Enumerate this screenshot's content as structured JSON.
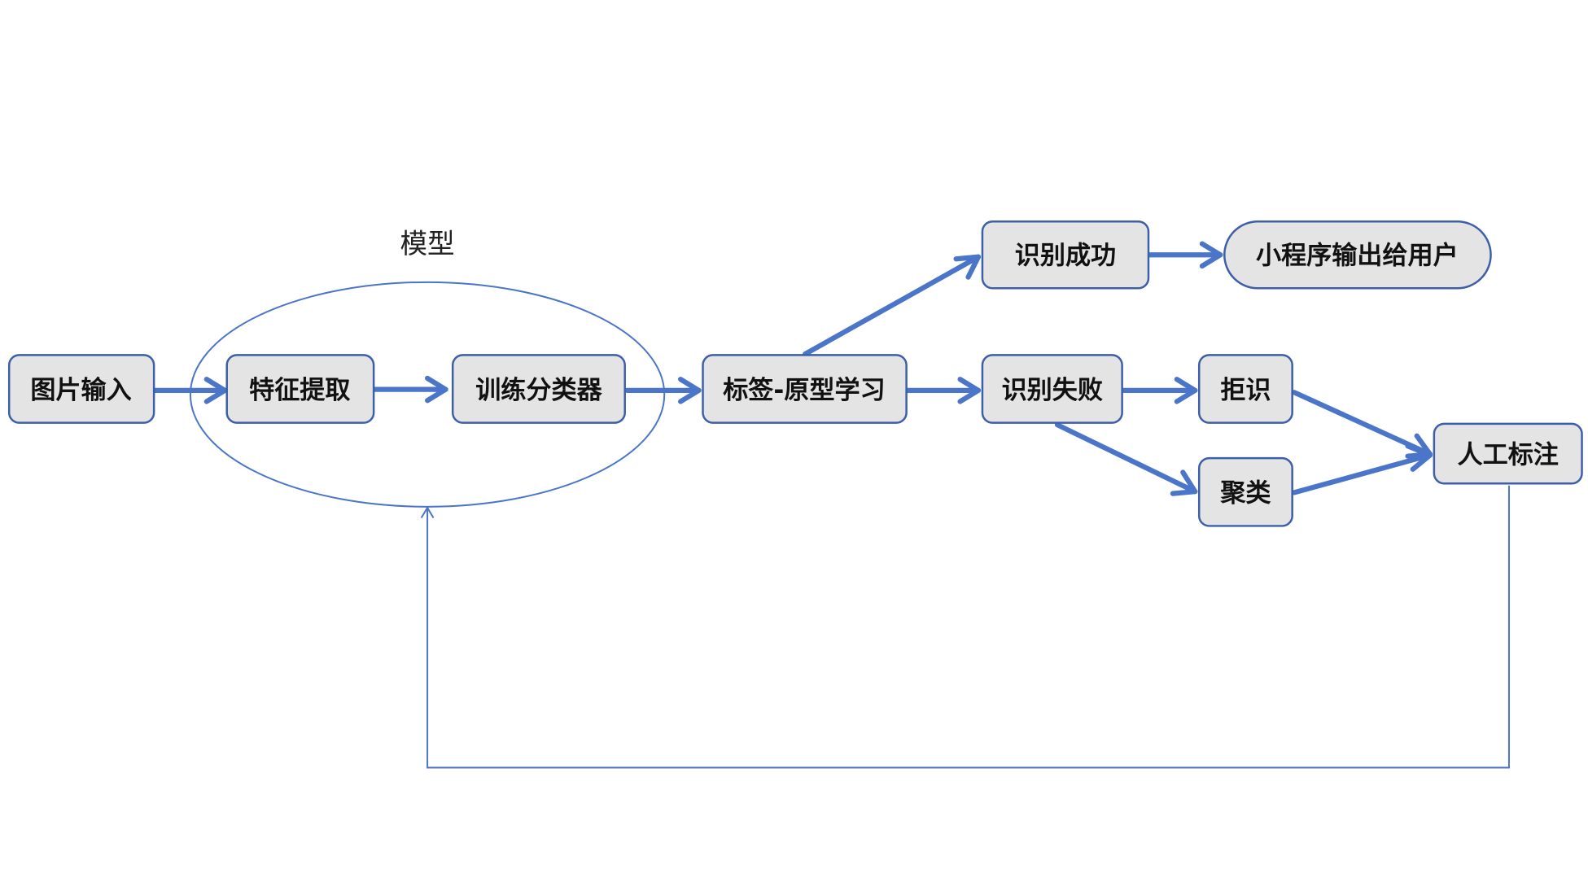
{
  "diagram": {
    "group_label": "模型",
    "nodes": {
      "image_input": "图片输入",
      "feature_extraction": "特征提取",
      "train_classifier": "训练分类器",
      "label_prototype": "标签-原型学习",
      "recognize_success": "识别成功",
      "output_to_user": "小程序输出给用户",
      "recognize_fail": "识别失败",
      "reject": "拒识",
      "cluster": "聚类",
      "manual_label": "人工标注"
    },
    "colors": {
      "accent": "#4a75c9",
      "border": "#3d5fa8",
      "node_fill": "#e4e4e4"
    }
  }
}
